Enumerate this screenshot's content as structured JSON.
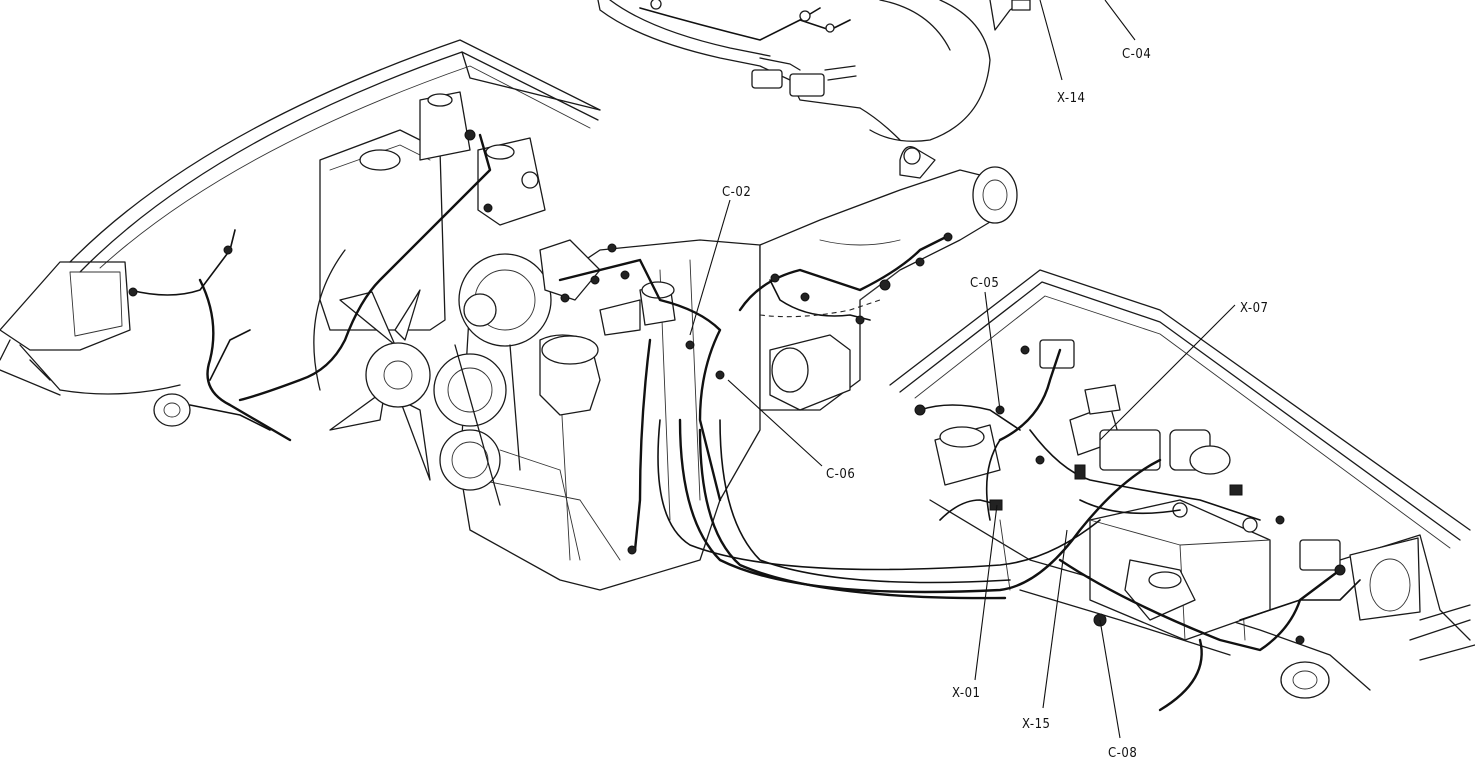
{
  "labels": {
    "c04": "C-04",
    "x14": "X-14",
    "c02": "C-02",
    "c05": "C-05",
    "x07": "X-07",
    "c06": "C-06",
    "x01": "X-01",
    "x15": "X-15",
    "c08": "C-08"
  }
}
